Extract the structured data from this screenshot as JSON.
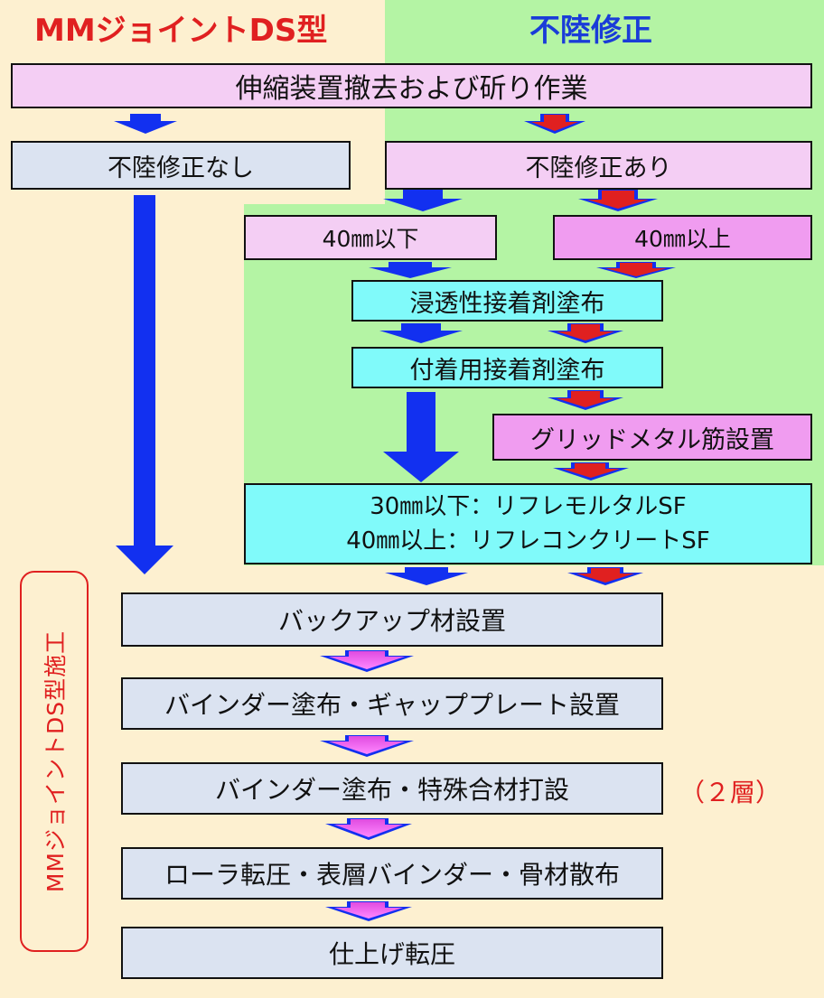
{
  "headers": {
    "left": "MMジョイントDS型",
    "right": "不陸修正"
  },
  "colors": {
    "left_title": "#e02020",
    "right_title": "#1a3cd8",
    "background_left": "#fdf0d0",
    "background_right": "#b4f4a4",
    "arrow_blue": "#1230f0",
    "arrow_red": "#e02020",
    "arrow_magenta": "#e040d8"
  },
  "steps": {
    "removal": "伸縮装置撤去および斫り作業",
    "no_leveling": "不陸修正なし",
    "leveling": "不陸修正あり",
    "under40": "40㎜以下",
    "over40": "40㎜以上",
    "penetrating_adhesive": "浸透性接着剤塗布",
    "adhesion_adhesive": "付着用接着剤塗布",
    "grid_metal": "グリッドメタル筋設置",
    "mortar_line1": "30㎜以下：リフレモルタルSF",
    "mortar_line2": "40㎜以上：リフレコンクリートSF",
    "backup": "バックアップ材設置",
    "binder_gap_plate": "バインダー塗布・ギャッププレート設置",
    "binder_special": "バインダー塗布・特殊合材打設",
    "roller": "ローラ転圧・表層バインダー・骨材散布",
    "finish": "仕上げ転圧"
  },
  "note_layers": "（２層）",
  "side_label": "MMジョイントDS型施工"
}
